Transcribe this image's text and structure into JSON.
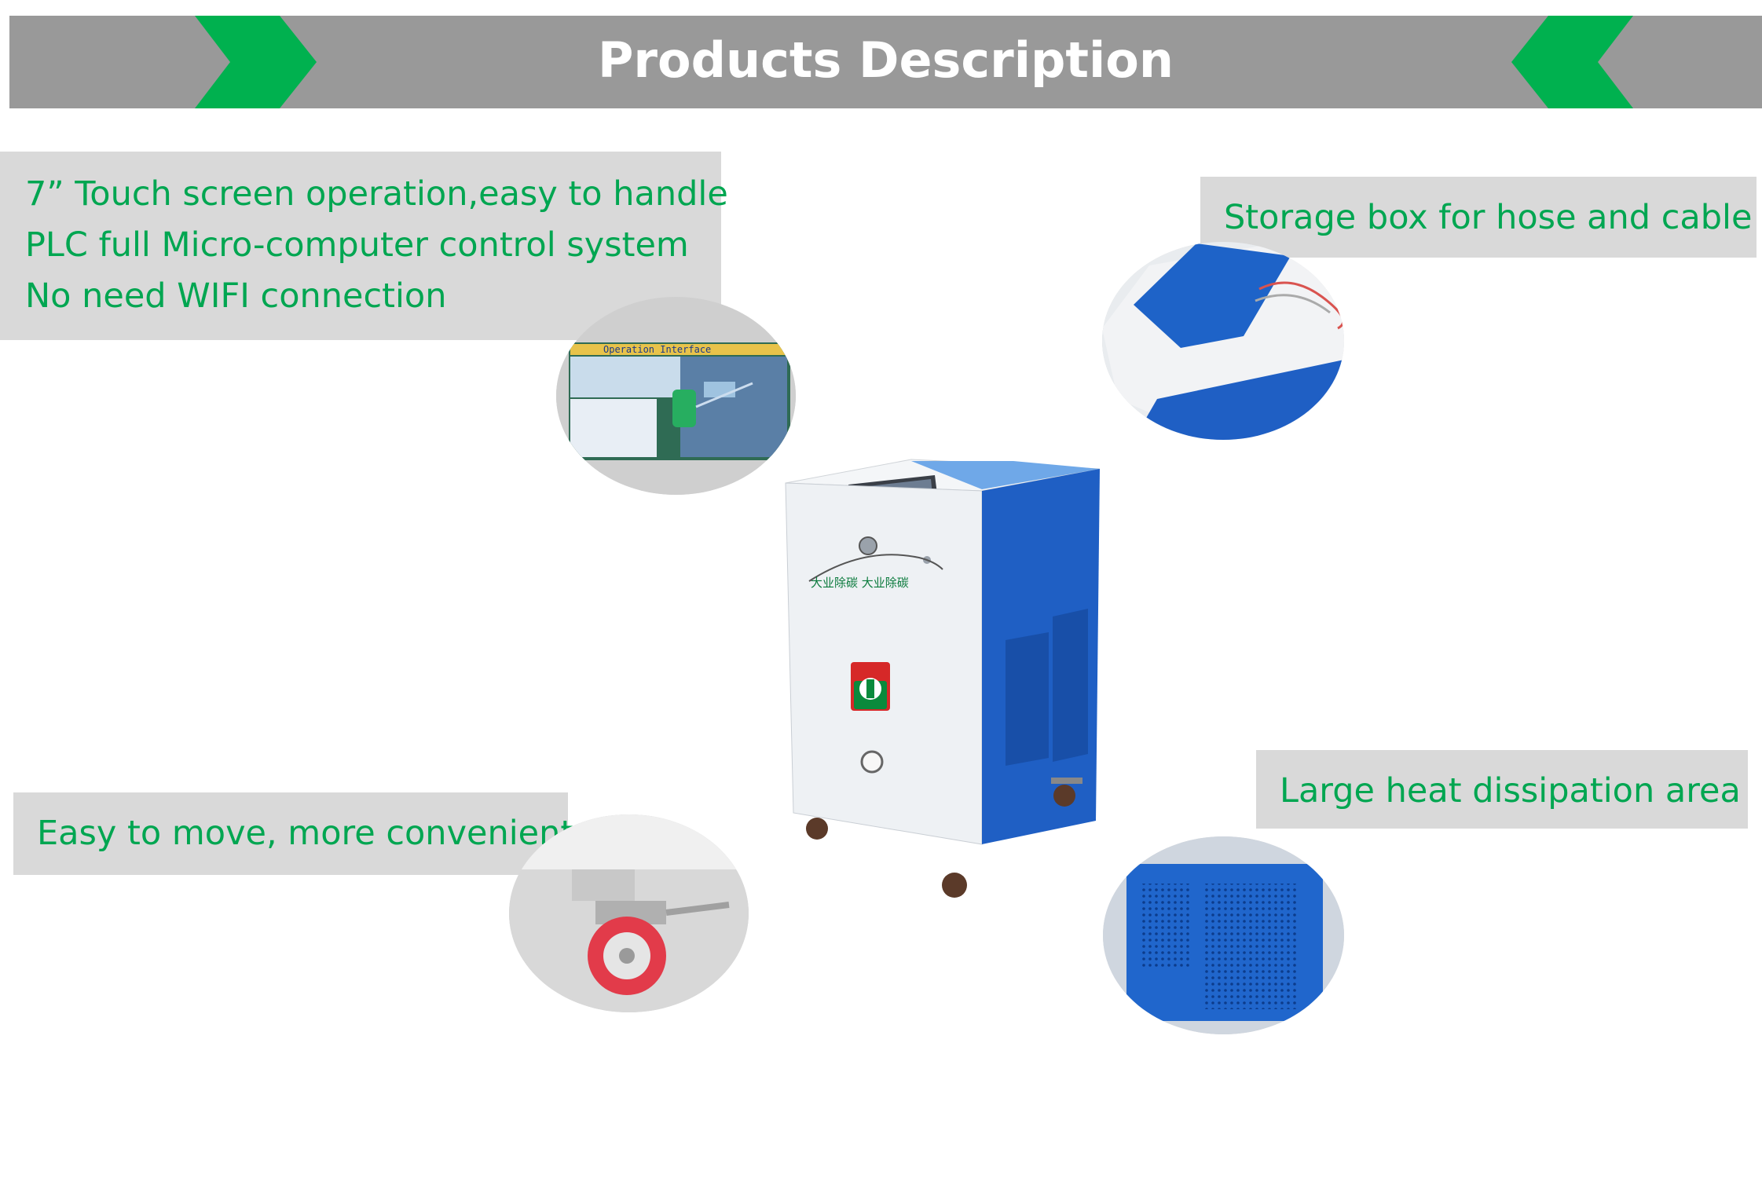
{
  "header": {
    "title": "Products Description"
  },
  "callouts": {
    "touch_screen": {
      "lines": [
        "7” Touch screen operation,easy to handle",
        "PLC full Micro-computer control system",
        "No need WIFI connection"
      ]
    },
    "storage": {
      "label": "Storage box for hose and cable"
    },
    "mobility": {
      "label": "Easy to move, more convenient"
    },
    "heat": {
      "label": "Large heat dissipation area"
    }
  },
  "screen_ui": {
    "title": "Operation Interface"
  },
  "product": {
    "panel_text": "大业除碳 大业除碳"
  },
  "colors": {
    "banner": "#999999",
    "accent_green": "#00b14f",
    "callout_bg": "#d9d9d9",
    "callout_text": "#00a651",
    "machine_blue": "#1f5fc4"
  },
  "icons": [
    "chevron-right-icon",
    "chevron-left-icon",
    "brand-logo-icon"
  ]
}
